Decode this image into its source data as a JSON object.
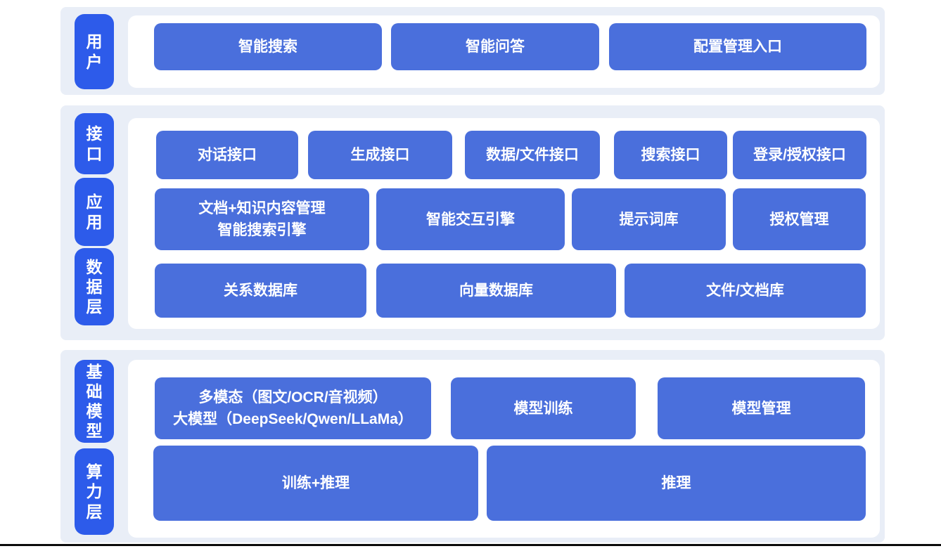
{
  "colors": {
    "page_bg": "#ffffff",
    "band_bg": "#e9eef7",
    "layer_pill_blue": "#2d5bea",
    "box_blue": "#4a6fdc",
    "box_text": "#ffffff",
    "bottom_line": "#0b0b0b"
  },
  "layers": {
    "user": "用户",
    "interface": "接口",
    "application": "应用",
    "data_layer": "数据层",
    "base_model": "基础模型",
    "compute_layer": "算力层"
  },
  "user_row": [
    "智能搜索",
    "智能问答",
    "配置管理入口"
  ],
  "interface_row": [
    "对话接口",
    "生成接口",
    "数据/文件接口",
    "搜索接口",
    "登录/授权接口"
  ],
  "application_row": {
    "doc_box": {
      "line1": "文档+知识内容管理",
      "line2": "智能搜索引擎"
    },
    "others": [
      "智能交互引擎",
      "提示词库",
      "授权管理"
    ]
  },
  "data_row": [
    "关系数据库",
    "向量数据库",
    "文件/文档库"
  ],
  "model_row": {
    "multimodal_box": {
      "line1": "多模态（图文/OCR/音视频）",
      "line2": "大模型（DeepSeek/Qwen/LLaMa）"
    },
    "others": [
      "模型训练",
      "模型管理"
    ]
  },
  "compute_row": [
    "训练+推理",
    "推理"
  ]
}
